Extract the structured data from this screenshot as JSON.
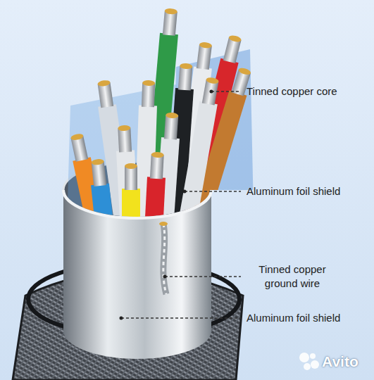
{
  "diagram": {
    "labels": [
      "Tinned copper core",
      "Aluminum foil shield",
      "Tinned copper ground wire",
      "Aluminum foil shield",
      "Avito"
    ]
  }
}
